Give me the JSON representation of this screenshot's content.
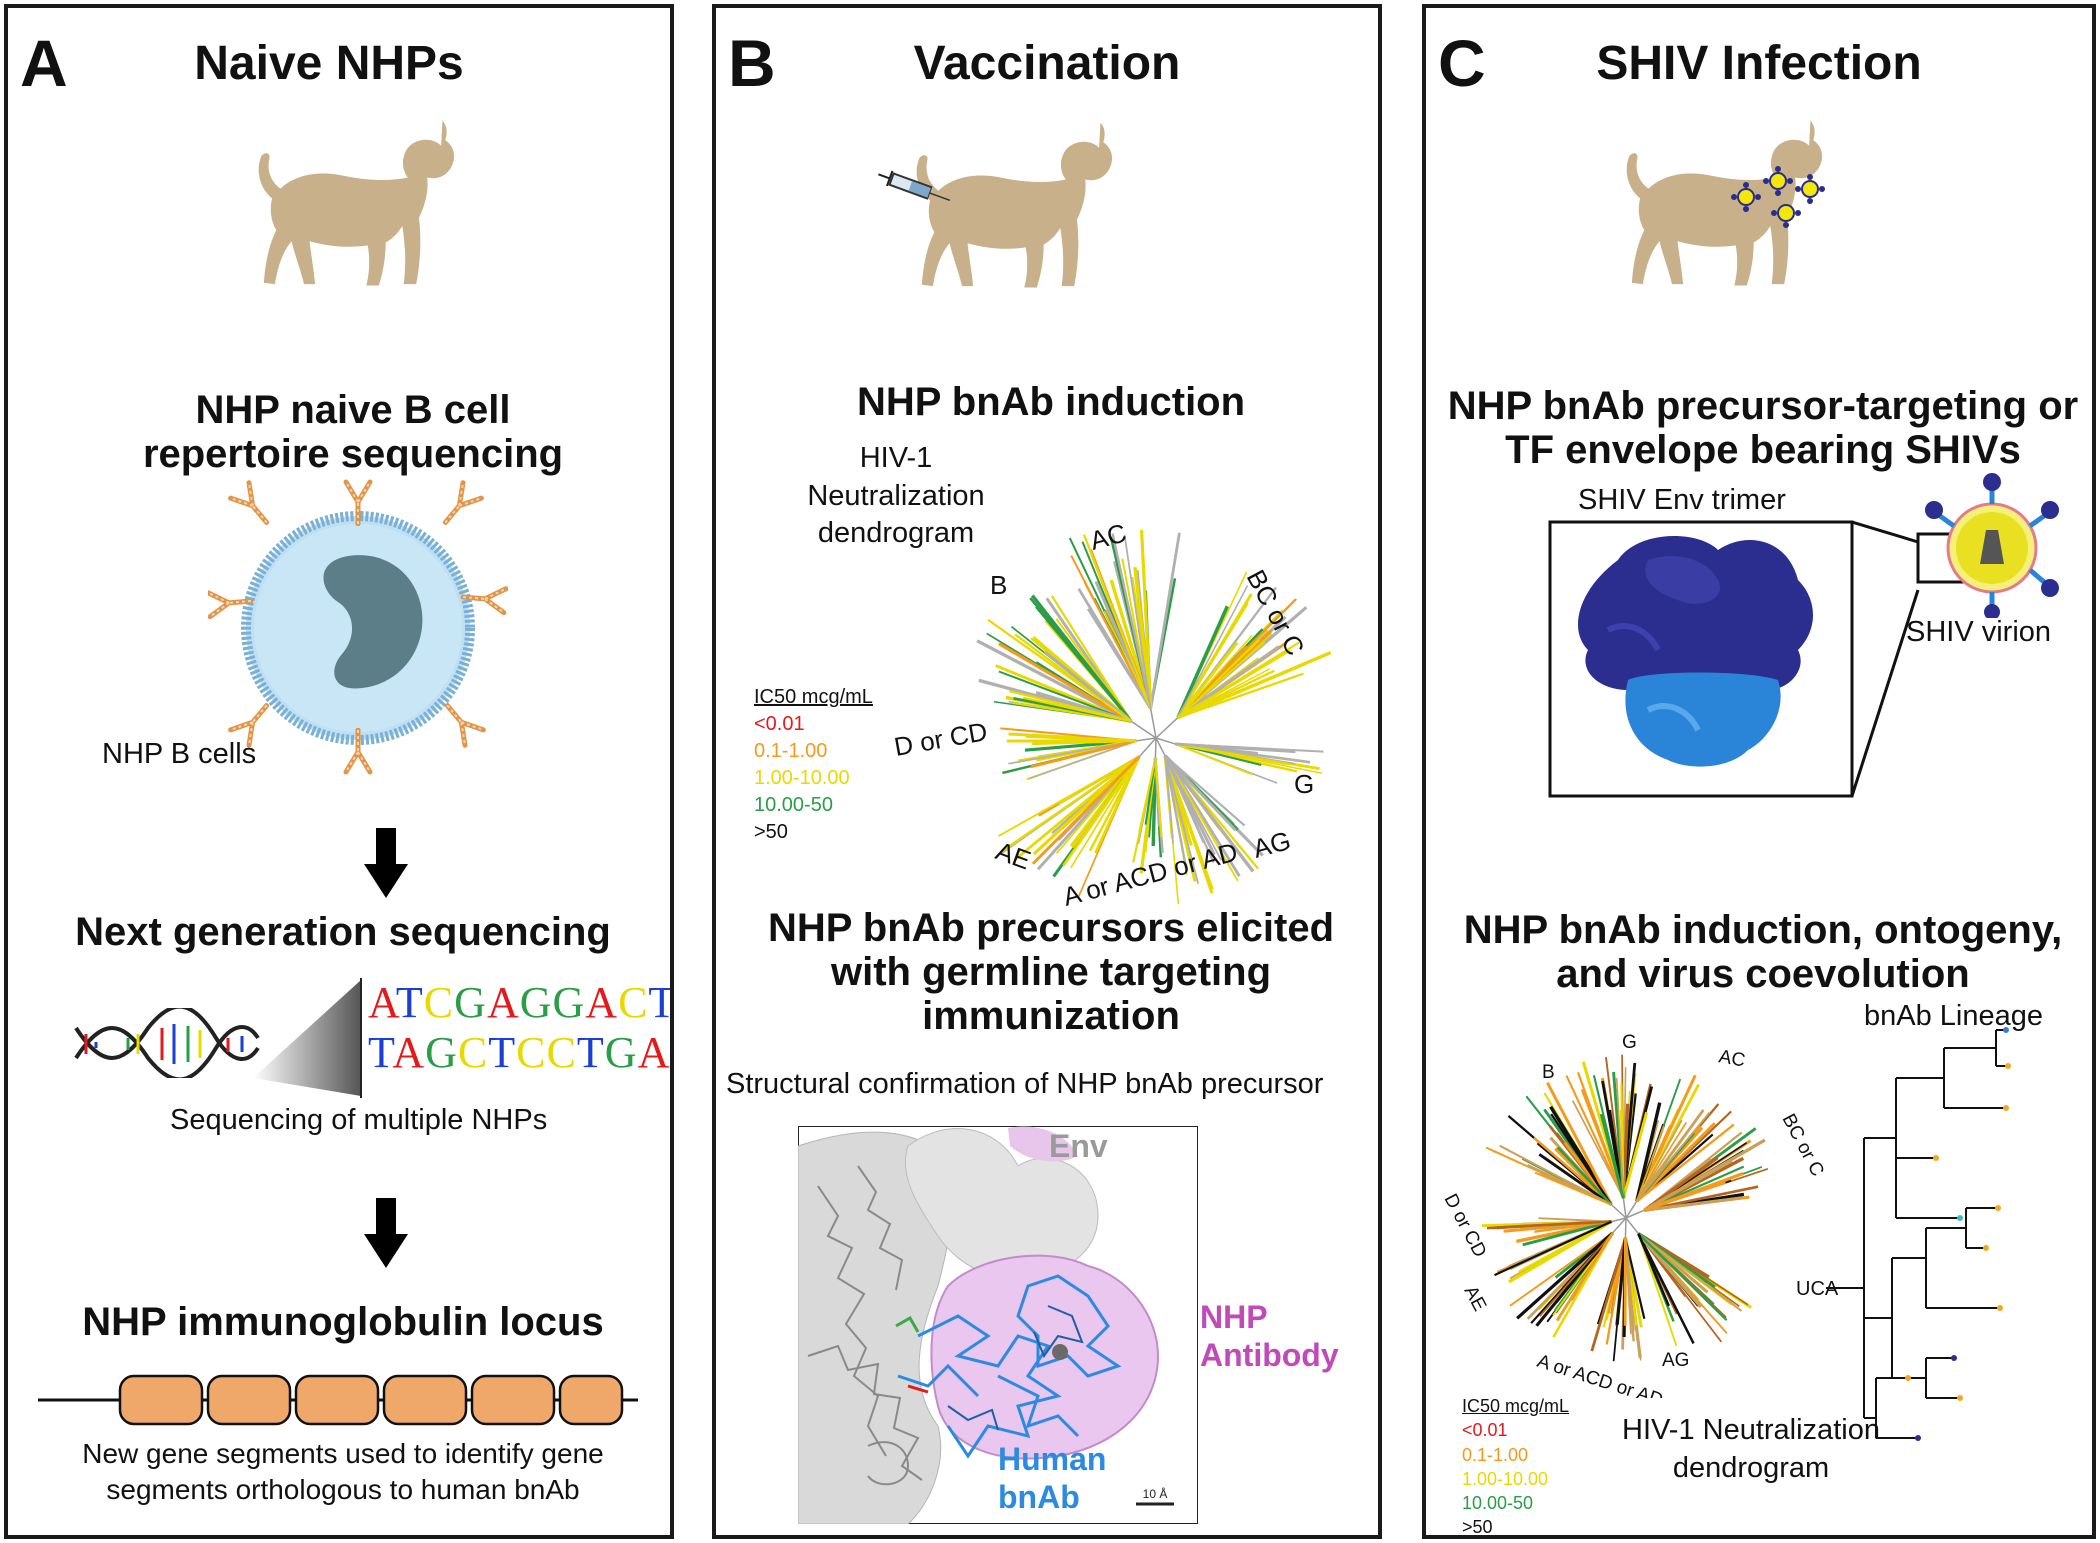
{
  "colors": {
    "monkey": "#c8b08a",
    "lt_red": "#e31a1c",
    "lt_orange": "#f59a1b",
    "lt_yellow": "#e8d900",
    "lt_green": "#2a9d47",
    "lt_black": "#111111",
    "env_dark": "#2b2d8f",
    "env_light": "#2a85d9",
    "antibody_pink": "#c04ab8",
    "human_blue": "#2c8be0",
    "env_gray": "#9a9a9a",
    "locus_orange": "#f0a86a"
  },
  "panel_a": {
    "letter": "A",
    "title": "Naive NHPs",
    "repertoire_title": "NHP naive B cell repertoire sequencing",
    "bcell_label": "NHP B cells",
    "ngs_title": "Next generation sequencing",
    "seq_top": [
      {
        "ch": "A",
        "color": "#e31a1c"
      },
      {
        "ch": "T",
        "color": "#1a3ed6"
      },
      {
        "ch": "C",
        "color": "#e8d900"
      },
      {
        "ch": "G",
        "color": "#2a9d47"
      },
      {
        "ch": "A",
        "color": "#e31a1c"
      },
      {
        "ch": "G",
        "color": "#2a9d47"
      },
      {
        "ch": "G",
        "color": "#2a9d47"
      },
      {
        "ch": "A",
        "color": "#e31a1c"
      },
      {
        "ch": "C",
        "color": "#e8d900"
      },
      {
        "ch": "T",
        "color": "#1a3ed6"
      }
    ],
    "seq_bottom": [
      {
        "ch": "T",
        "color": "#1a3ed6"
      },
      {
        "ch": "A",
        "color": "#e31a1c"
      },
      {
        "ch": "G",
        "color": "#2a9d47"
      },
      {
        "ch": "C",
        "color": "#e8d900"
      },
      {
        "ch": "T",
        "color": "#1a3ed6"
      },
      {
        "ch": "C",
        "color": "#e8d900"
      },
      {
        "ch": "C",
        "color": "#e8d900"
      },
      {
        "ch": "T",
        "color": "#1a3ed6"
      },
      {
        "ch": "G",
        "color": "#2a9d47"
      },
      {
        "ch": "A",
        "color": "#e31a1c"
      }
    ],
    "seq_caption": "Sequencing of multiple NHPs",
    "locus_title": "NHP immunoglobulin locus",
    "locus_caption": "New gene segments used to identify gene segments orthologous to human bnAb"
  },
  "panel_b": {
    "letter": "B",
    "title": "Vaccination",
    "induction_title": "NHP bnAb induction",
    "dendro_title": "HIV-1 Neutralization dendrogram",
    "clades": [
      "AC",
      "BC or C",
      "B",
      "D or CD",
      "G",
      "AE",
      "AG",
      "A or ACD or AD"
    ],
    "legend_header": "IC50 mcg/mL",
    "legend_items": [
      {
        "label": "<0.01",
        "color": "#e31a1c"
      },
      {
        "label": "0.1-1.00",
        "color": "#f59a1b"
      },
      {
        "label": "1.00-10.00",
        "color": "#e8d900"
      },
      {
        "label": "10.00-50",
        "color": "#2a9d47"
      },
      {
        "label": ">50",
        "color": "#111111"
      }
    ],
    "precursor_title": "NHP bnAb precursors elicited with germline targeting immunization",
    "structural_caption": "Structural confirmation of NHP bnAb precursor",
    "env_label": "Env",
    "nhp_antibody_label": "NHP Antibody",
    "human_bnab_label": "Human bnAb",
    "scale_label": "10 Å"
  },
  "panel_c": {
    "letter": "C",
    "title": "SHIV Infection",
    "targeting_title": "NHP bnAb precursor-targeting or TF envelope bearing SHIVs",
    "trimer_label": "SHIV Env trimer",
    "virion_label": "SHIV virion",
    "coevo_title": "NHP bnAb induction, ontogeny, and virus coevolution",
    "lineage_title": "bnAb Lineage",
    "uca_label": "UCA",
    "clades": [
      "G",
      "AC",
      "B",
      "BC or C",
      "D or CD",
      "AE",
      "A or ACD or AD",
      "AG"
    ],
    "legend_header": "IC50 mcg/mL",
    "legend_items": [
      {
        "label": "<0.01",
        "color": "#e31a1c"
      },
      {
        "label": "0.1-1.00",
        "color": "#f59a1b"
      },
      {
        "label": "1.00-10.00",
        "color": "#e8d900"
      },
      {
        "label": "10.00-50",
        "color": "#2a9d47"
      },
      {
        "label": ">50",
        "color": "#111111"
      }
    ],
    "dendro_title": "HIV-1 Neutralization dendrogram"
  }
}
